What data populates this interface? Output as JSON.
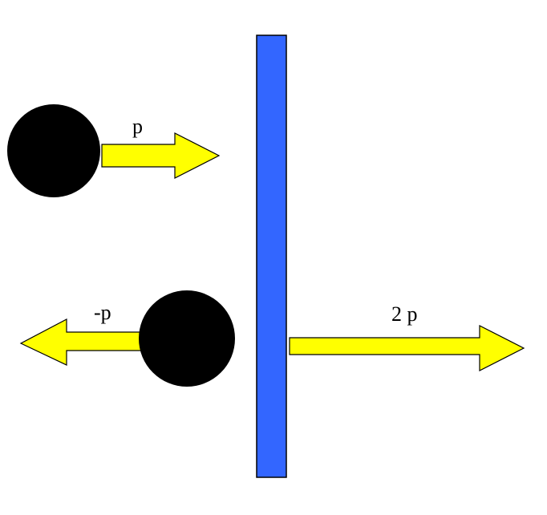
{
  "colors": {
    "wall": "#3366ff",
    "arrow": "#ffff00",
    "ball": "#000000",
    "outline": "#000000"
  },
  "labels": {
    "incoming_momentum": "p",
    "reflected_momentum": "-p",
    "wall_momentum": "2 p"
  }
}
